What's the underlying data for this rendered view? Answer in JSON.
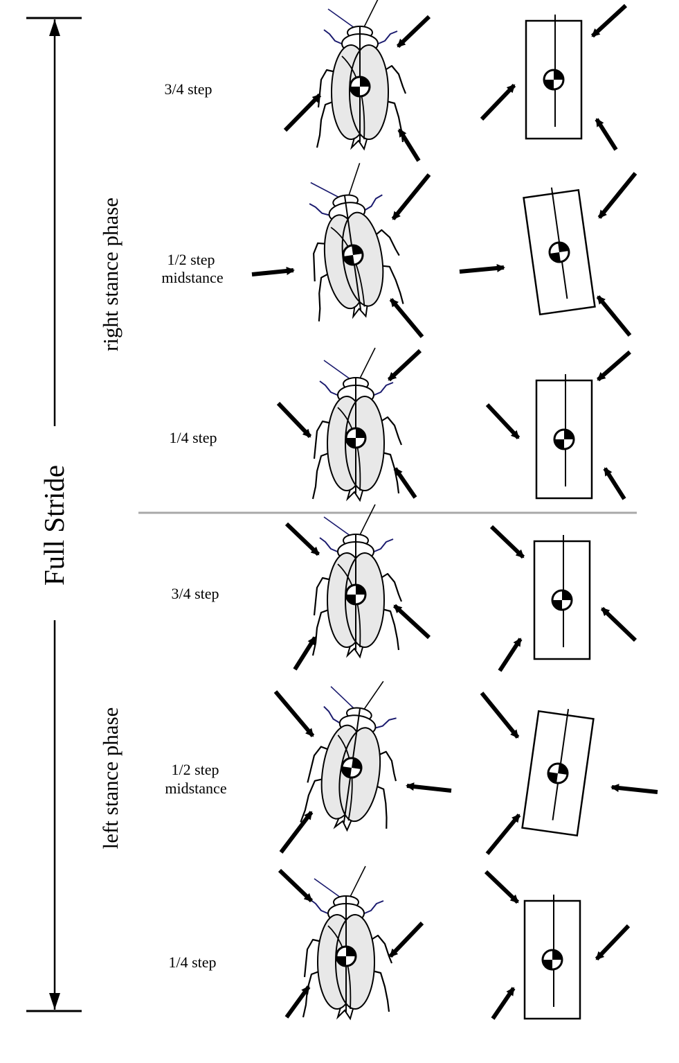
{
  "figure": {
    "full_stride_label": "Full Stride",
    "phases": [
      {
        "name": "right stance phase",
        "rows": [
          {
            "label_lines": [
              "3/4 step"
            ],
            "rotation": 0
          },
          {
            "label_lines": [
              "1/2  step",
              "midstance"
            ],
            "rotation": -8
          },
          {
            "label_lines": [
              "1/4  step"
            ],
            "rotation": 0
          }
        ]
      },
      {
        "name": "left stance phase",
        "rows": [
          {
            "label_lines": [
              "3/4 step"
            ],
            "rotation": 0
          },
          {
            "label_lines": [
              "1/2  step",
              "midstance"
            ],
            "rotation": 8
          },
          {
            "label_lines": [
              "1/4 step"
            ],
            "rotation": 0
          }
        ]
      }
    ],
    "colors": {
      "ink": "#000000",
      "body_fill": "#e8e8e8",
      "leg_tip": "#1a1a6e",
      "divider": "#a8a8a8"
    },
    "icons": [
      "cockroach-icon",
      "free-body-rectangle-icon",
      "center-of-mass-icon",
      "force-arrow-icon"
    ]
  }
}
